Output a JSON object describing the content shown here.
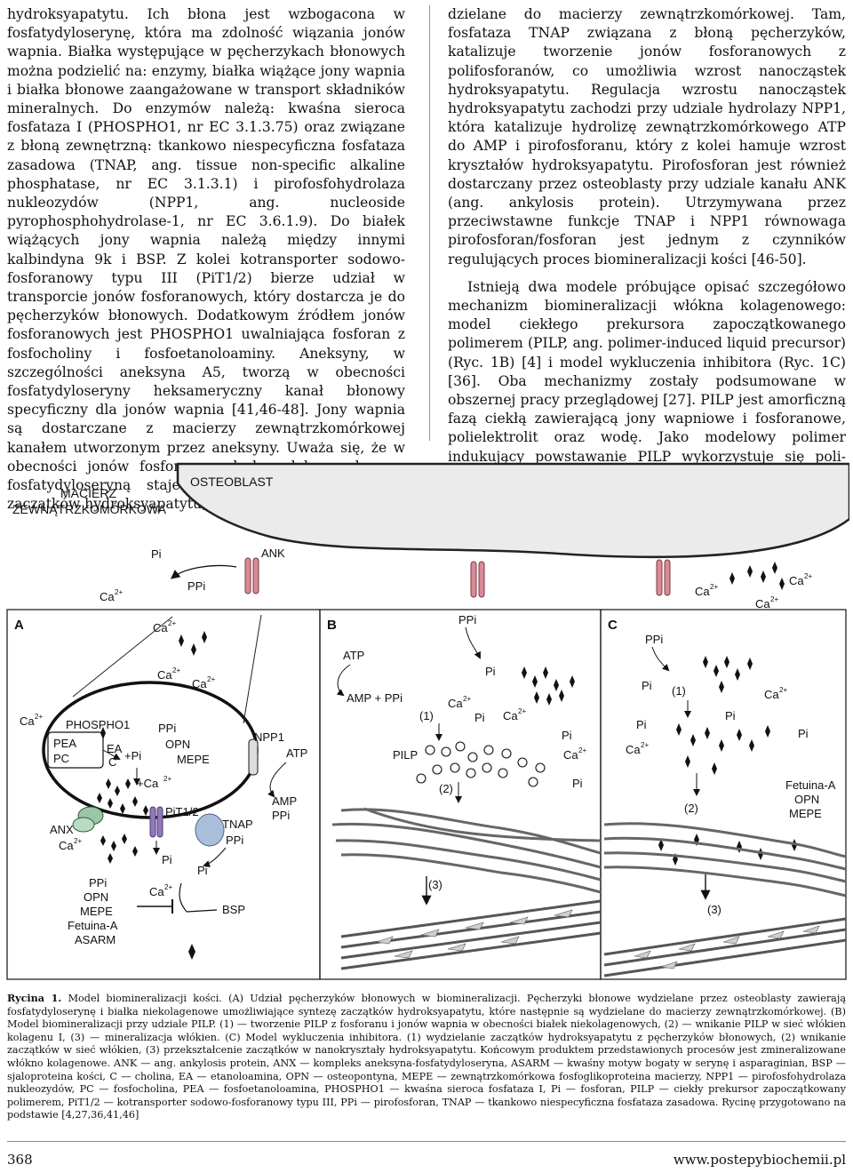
{
  "left_column": [
    "hydroksyapatytu. Ich błona jest wzbogacona w fosfatydyloserynę, która ma zdolność wiązania jonów wapnia. Białka występujące w pęcherzykach błonowych można podzielić na: enzymy, białka wiążące jony wapnia i białka błonowe zaangażowane w transport składników mineralnych. Do enzymów należą: kwaśna sieroca fosfataza I (PHOSPHO1, nr EC 3.1.3.75) oraz związane z błoną zewnętrzną: tkankowo niespecyficzna fosfataza zasadowa (TNAP, ang. tissue non-specific alkaline phosphatase, nr EC 3.1.3.1) i pirofosfohydrolaza nukleozydów (NPP1, ang. nucleoside pyrophosphohydrolase-1, nr EC 3.6.1.9). Do białek wiążących jony wapnia należą między innymi kalbindyna 9k i BSP. Z kolei kotransporter sodowo-fosforanowy typu III (PiT1/2) bierze udział w transporcie jonów fosforanowych, który dostarcza je do pęcherzyków błonowych. Dodatkowym źródłem jonów fosforanowych jest PHOSPHO1 uwalniająca fosforan z fosfocholiny i fosfoetanoloaminy. Aneksyny, w szczególności aneksyna A5, tworzą w obecności fosfatydyloseryny heksameryczny kanał błonowy specyficzny dla jonów wapnia [41,46-48]. Jony wapnia są dostarczane z macierzy zewnątrzkomórkowej kanałem utworzonym przez aneksyny. Uważa się, że w obecności jonów fosforanowych kompleks aneksyn z fosfatydyloseryną staje się miejscem powstawania zaczątków hydroksyapatytu, które następnie są wy-"
  ],
  "right_column": [
    "dzielane do macierzy zewnątrzkomórkowej. Tam, fosfataza TNAP związana z błoną pęcherzyków, katalizuje tworzenie jonów fosforanowych z polifosforanów, co umożliwia wzrost nanocząstek hydroksyapatytu. Regulacja wzrostu nanocząstek hydroksyapatytu zachodzi przy udziale hydrolazy NPP1, która katalizuje hydrolizę zewnątrzkomórkowego ATP do AMP i pirofosforanu, który z kolei hamuje wzrost kryształów hydroksyapatytu. Pirofosforan jest również dostarczany przez osteoblasty przy udziale kanału ANK (ang. ankylosis protein). Utrzymywana przez przeciwstawne funkcje TNAP i NPP1 równowaga pirofosforan/fosforan jest jednym z czynników regulujących proces biomineralizacji kości [46-50].",
    "Istnieją dwa modele próbujące opisać szczegółowo mechanizm biomineralizacji włókna kolagenowego: model ciekłego prekursora zapoczątkowanego polimerem (PILP, ang. polimer-induced liquid precursor) (Ryc. 1B) [4] i model wykluczenia inhibitora (Ryc. 1C) [36]. Oba mechanizmy zostały podsumowane w obszernej pracy przeglądowej [27]. PILP jest amorficzną fazą ciekłą zawierającą jony wapniowe i fosforanowe, polielektrolit oraz wodę. Jako modelowy polimer indukujący powstawanie PILP wykorzystuje się poli-asparaginian (poli-Asp). Początkowo PILP obserwowano dla węglanu wapnia, lecz niedawno udało się go zaobser-"
  ],
  "figure": {
    "macierz_label_1": "MACIERZ",
    "macierz_label_2": "ZEWNĄTRZKOMÓRKOWA",
    "osteoblast_label": "OSTEOBLAST",
    "top_pi": "Pi",
    "top_ank": "ANK",
    "top_ppi": "PPi",
    "top_ca_left": "Ca",
    "top_ca_right1": "Ca",
    "top_ca_right2": "Ca",
    "top_ca_right3": "Ca",
    "sup_2plus": "2+",
    "panel_a": "A",
    "panel_b": "B",
    "panel_c": "C",
    "a": {
      "ca_top": "Ca",
      "ca_mid1": "Ca",
      "ca_mid2": "Ca",
      "ca_left": "Ca",
      "phospho1": "PHOSPHO1",
      "pea": "PEA",
      "pc": "PC",
      "ea": "EA",
      "c": "C",
      "plus_pi": "+Pi",
      "plus_ca": "+Ca",
      "ppi": "PPi",
      "opn": "OPN",
      "mepe": "MEPE",
      "npp1": "NPP1",
      "atp": "ATP",
      "amp": "AMP",
      "ppi2": "PPi",
      "pit12": "PiT1/2",
      "tnap": "TNAP",
      "ppi3": "PPi",
      "pi1": "Pi",
      "pi2": "Pi",
      "anx": "ANX",
      "ca_anx": "Ca",
      "ca_bottom": "Ca",
      "bsp": "BSP",
      "list": [
        "PPi",
        "OPN",
        "MEPE",
        "Fetuina-A",
        "ASARM"
      ]
    },
    "b": {
      "ppi": "PPi",
      "atp": "ATP",
      "amp_ppi": "AMP + PPi",
      "pi_top": "Pi",
      "ca1": "Ca",
      "pi_mid": "Pi",
      "ca2": "Ca",
      "pi_right": "Pi",
      "ca3": "Ca",
      "pi_low": "Pi",
      "pilp": "PILP",
      "step1": "(1)",
      "step2": "(2)",
      "step3": "(3)"
    },
    "c": {
      "ppi": "PPi",
      "pi1": "Pi",
      "step1": "(1)",
      "ca1": "Ca",
      "pi2": "Pi",
      "pi3": "Pi",
      "pi4": "Pi",
      "ca2": "Ca",
      "fetuina": "Fetuina-A",
      "opn": "OPN",
      "mepe": "MEPE",
      "step2": "(2)",
      "step3": "(3)"
    }
  },
  "caption": {
    "lead": "Rycina 1.",
    "text": " Model biomineralizacji kości. (A) Udział pęcherzyków błonowych w biomineralizacji. Pęcherzyki błonowe wydzielane przez osteoblasty zawierają fosfatydyloserynę i białka niekolagenowe umożliwiające syntezę zaczątków hydroksyapatytu, które następnie są wydzielane do macierzy zewnątrzkomórkowej. (B) Model biomineralizacji przy udziale PILP. (1) — tworzenie PILP z fosforanu i jonów wapnia w obecności białek niekolagenowych, (2) — wnikanie PILP w sieć włókien kolagenu I, (3) — mineralizacja włókien. (C) Model wykluczenia inhibitora. (1) wydzielanie zaczątków hydroksyapatytu z pęcherzyków błonowych, (2) wnikanie zaczątków w sieć włókien, (3) przekształcenie zaczątków w nanokryształy hydroksyapatytu. Końcowym produktem przedstawionych procesów jest zmineralizowane włókno kolagenowe. ANK — ang. ankylosis protein, ANX — kompleks aneksyna-fosfatydyloseryna, ASARM — kwaśny motyw bogaty w serynę i asparaginian, BSP — sjaloproteina kości, C — cholina, EA — etanoloamina, OPN — osteopontyna, MEPE — zewnątrzkomórkowa fosfoglikoproteina macierzy, NPP1 — pirofosfohydrolaza nukleozydów, PC — fosfocholina, PEA — fosfoetanoloamina, PHOSPHO1 — kwaśna sieroca fosfataza I, Pi — fosforan, PILP — ciekły prekursor zapoczątkowany polimerem, PiT1/2 — kotransporter sodowo-fosforanowy typu III, PPi — pirofosforan, TNAP — tkankowo niespecyficzna fosfataza zasadowa. Rycinę przygotowano na podstawie [4,27,36,41,46]"
  },
  "footer": {
    "page_number": "368",
    "url": "www.postepybiochemii.pl"
  },
  "colors": {
    "osteoblast_fill": "#ebebeb",
    "ank_channel": "#d98a96",
    "anx_green": "#9cc7a6",
    "pit_purple": "#9279b8",
    "tnap_blue": "#a9bedb",
    "fiber": "#666666"
  }
}
